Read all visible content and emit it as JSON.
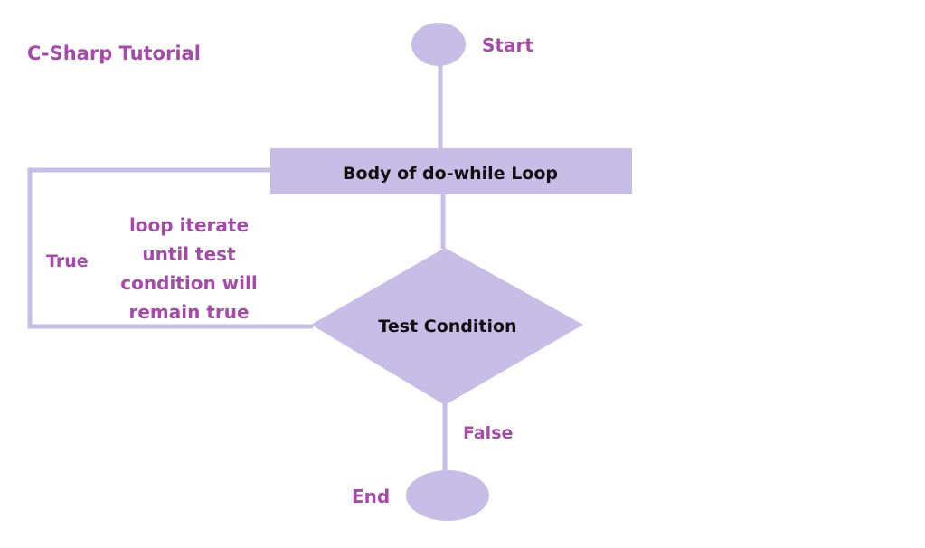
{
  "brand": {
    "title": "C-Sharp Tutorial"
  },
  "flowchart": {
    "start_label": "Start",
    "body_label": "Body of do-while Loop",
    "condition_label": "Test Condition",
    "true_label": "True",
    "loop_note": [
      "loop iterate",
      "until test",
      "condition will",
      "remain true"
    ],
    "false_label": "False",
    "end_label": "End"
  },
  "colors": {
    "shape_fill": "#c6bee6",
    "label_purple": "#a54aa8",
    "label_dark": "#111111"
  }
}
